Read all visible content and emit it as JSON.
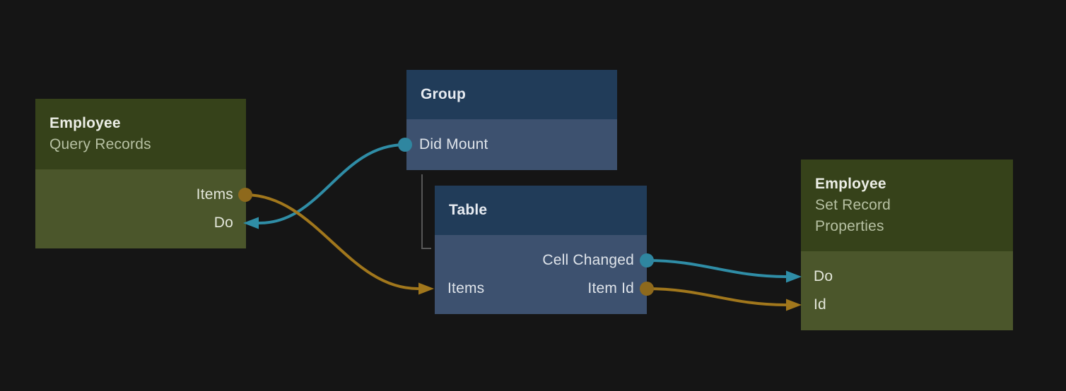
{
  "canvas": {
    "background": "#151515"
  },
  "colors": {
    "teal": "#2f8da6",
    "gold": "#a1771c",
    "gold_dot": "#8e691c",
    "teal_dot": "#2f86a0",
    "hierarchy_line": "#575757",
    "green_header": "#36421a",
    "green_body": "#4b562b",
    "blue_header": "#213c59",
    "blue_body": "#3d516f"
  },
  "nodes": [
    {
      "title": "Employee",
      "subtitle": "Query Records",
      "rows": [
        {
          "left": "",
          "right": "Items"
        },
        {
          "left": "",
          "right": "Do"
        }
      ]
    },
    {
      "title": "Group",
      "subtitle": "",
      "rows": [
        {
          "left": "Did Mount",
          "right": ""
        }
      ]
    },
    {
      "title": "Table",
      "subtitle": "",
      "rows": [
        {
          "left": "",
          "right": "Cell Changed"
        },
        {
          "left": "Items",
          "right": "Item Id"
        }
      ]
    },
    {
      "title": "Employee",
      "subtitle": "Set Record\nProperties",
      "rows": [
        {
          "left": "Do",
          "right": ""
        },
        {
          "left": "Id",
          "right": ""
        }
      ]
    }
  ],
  "edges": [
    {
      "from_node": "Group",
      "from_port": "Did Mount",
      "to_node": "Employee (Query Records)",
      "to_port": "Do",
      "color": "#2f8da6"
    },
    {
      "from_node": "Employee (Query Records)",
      "from_port": "Items",
      "to_node": "Table",
      "to_port": "Items",
      "color": "#a1771c"
    },
    {
      "from_node": "Table",
      "from_port": "Cell Changed",
      "to_node": "Employee (Set Record Properties)",
      "to_port": "Do",
      "color": "#2f8da6"
    },
    {
      "from_node": "Table",
      "from_port": "Item Id",
      "to_node": "Employee (Set Record Properties)",
      "to_port": "Id",
      "color": "#a1771c"
    }
  ]
}
